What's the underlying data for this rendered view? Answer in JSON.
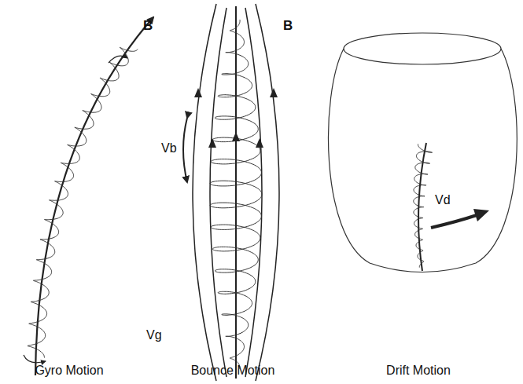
{
  "diagram": {
    "labels": [
      "B",
      "Vg",
      "B",
      "Vb",
      "Vd",
      "Gyro Motion",
      "Bounce Motion",
      "Drift Motion"
    ]
  }
}
